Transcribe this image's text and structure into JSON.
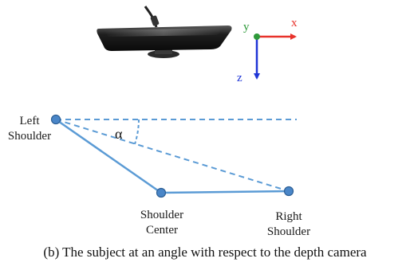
{
  "camera": {
    "icon": "depth-camera-icon"
  },
  "axes": {
    "y_label": "y",
    "x_label": "x",
    "z_label": "z",
    "colors": {
      "x": "#e8322b",
      "y": "#2e9a3a",
      "z": "#1f35d6"
    }
  },
  "points": {
    "left_shoulder": {
      "line1": "Left",
      "line2": "Shoulder"
    },
    "shoulder_center": {
      "line1": "Shoulder",
      "line2": "Center"
    },
    "right_shoulder": {
      "line1": "Right",
      "line2": "Shoulder"
    }
  },
  "angle_label": "α",
  "caption": "(b) The subject at an angle with respect to the depth camera",
  "colors": {
    "skeleton": "#5b9bd5",
    "joint_fill": "#4a86c8",
    "joint_stroke": "#2d5f95"
  }
}
